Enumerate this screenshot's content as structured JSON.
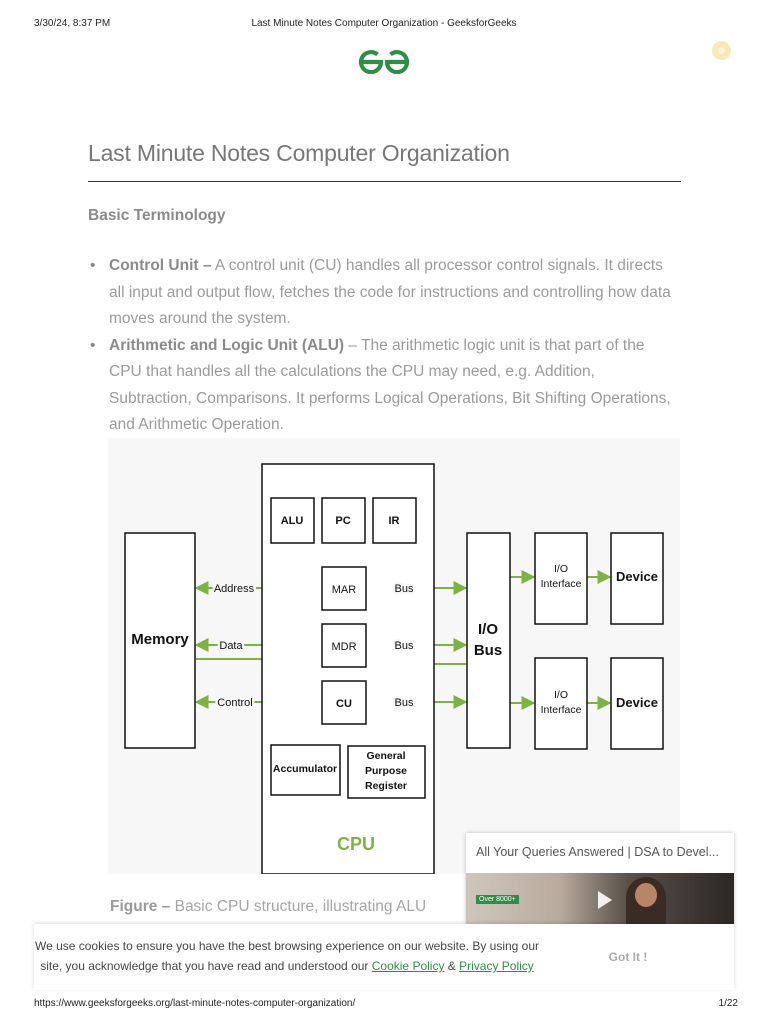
{
  "print_header": {
    "date": "3/30/24, 8:37 PM",
    "title": "Last Minute Notes Computer Organization - GeeksforGeeks"
  },
  "print_footer": {
    "url": "https://www.geeksforgeeks.org/last-minute-notes-computer-organization/",
    "page": "1/22"
  },
  "colors": {
    "brand_green": "#2f8d46",
    "diagram_green": "#7cb342",
    "heading_gray": "#777777",
    "body_gray": "#9a9a9a"
  },
  "article": {
    "title": "Last Minute Notes Computer Organization",
    "section_heading": "Basic Terminology",
    "terms": [
      {
        "name": "Control Unit –",
        "text": " A control unit (CU) handles all processor control signals. It directs all input and output flow, fetches the code for instructions and controlling how data moves around the system."
      },
      {
        "name": "Arithmetic and Logic Unit (ALU)",
        "text": " – The arithmetic logic unit is that part of the CPU that handles all the calculations the CPU may need, e.g. Addition, Subtraction, Comparisons. It performs Logical Operations, Bit Shifting Operations, and Arithmetic Operation."
      }
    ],
    "caption_label": "Figure –",
    "caption_text": " Basic CPU structure, illustrating ALU"
  },
  "diagram": {
    "memory": "Memory",
    "cpu": "CPU",
    "top_registers": [
      "ALU",
      "PC",
      "IR"
    ],
    "mar": "MAR",
    "mdr": "MDR",
    "cu": "CU",
    "accumulator": "Accumulator",
    "gpr_lines": [
      "General",
      "Purpose",
      "Register"
    ],
    "io_bus_lines": [
      "I/O",
      "Bus"
    ],
    "io_interface_lines": [
      "I/O",
      "Interface"
    ],
    "device": "Device",
    "left_labels": [
      "Address",
      "Data",
      "Control"
    ],
    "bus": "Bus"
  },
  "video_card": {
    "title": "All Your Queries Answered | DSA to Devel...",
    "badge": "Over 8000+"
  },
  "cookie_bar": {
    "text_before": "We use cookies to ensure you have the best browsing experience on our website. By using our site, you acknowledge that you have read and understood our ",
    "cookie_policy": "Cookie Policy",
    "amp": " & ",
    "privacy_policy": "Privacy Policy",
    "button": "Got It !"
  }
}
